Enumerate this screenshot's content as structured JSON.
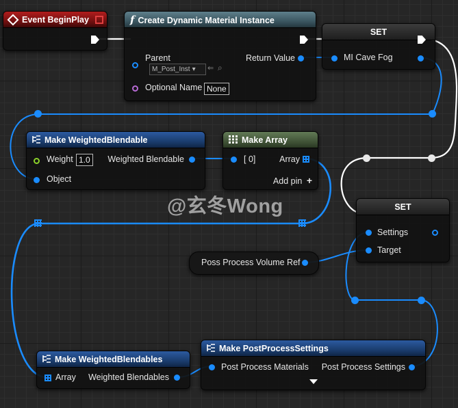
{
  "nodes": {
    "begin_play": {
      "title": "Event BeginPlay"
    },
    "create_dmi": {
      "title": "Create Dynamic Material Instance",
      "parent_label": "Parent",
      "parent_value": "M_Post_Inst",
      "return_label": "Return Value",
      "optional_name_label": "Optional Name",
      "optional_name_value": "None"
    },
    "set_top": {
      "title": "SET",
      "var_label": "MI Cave Fog"
    },
    "make_wb": {
      "title": "Make WeightedBlendable",
      "weight_label": "Weight",
      "weight_value": "1.0",
      "output_label": "Weighted Blendable",
      "object_label": "Object"
    },
    "make_array": {
      "title": "Make Array",
      "index_label": "[ 0]",
      "array_label": "Array",
      "add_pin_label": "Add pin"
    },
    "set_bottom": {
      "title": "SET",
      "settings_label": "Settings",
      "target_label": "Target"
    },
    "pp_volume_ref": {
      "label": "Poss Process Volume Ref"
    },
    "make_wbs": {
      "title": "Make WeightedBlendables",
      "array_label": "Array",
      "output_label": "Weighted Blendables"
    },
    "make_pps": {
      "title": "Make PostProcessSettings",
      "input_label": "Post Process Materials",
      "output_label": "Post Process Settings"
    }
  },
  "watermark": "@玄冬Wong",
  "colors": {
    "exec": "#ffffff",
    "object_pin": "#1a8cff",
    "float_pin": "#8cd32a",
    "name_pin": "#b86bd6",
    "event_header": "#b11d1d",
    "function_header": "#5e7f8b",
    "struct_header": "#2c5aa0",
    "array_header": "#627a56"
  },
  "icons": {
    "function": "f-function-icon",
    "struct": "make-struct-icon",
    "array": "make-array-icon"
  }
}
